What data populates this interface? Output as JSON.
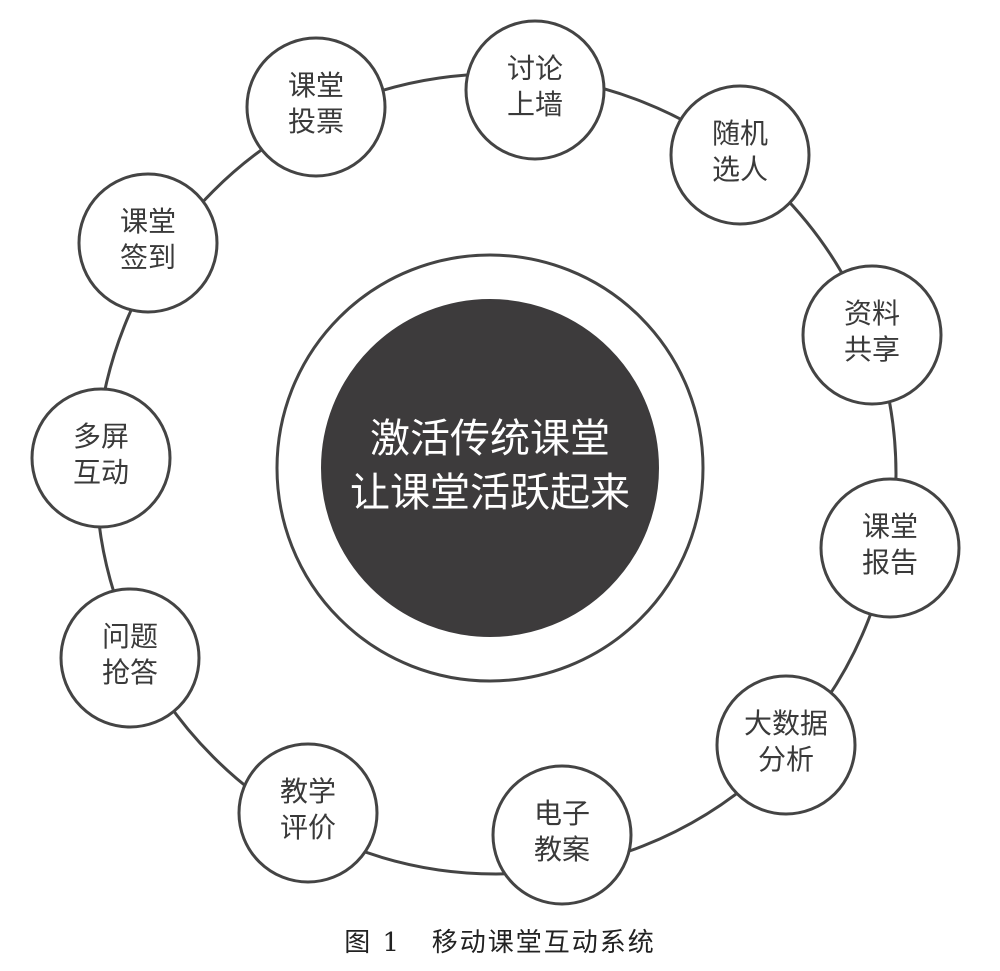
{
  "center": {
    "line1": "激活传统课堂",
    "line2": "让课堂活跃起来"
  },
  "nodes": [
    {
      "id": "discussion-wall",
      "line1": "讨论",
      "line2": "上墙"
    },
    {
      "id": "random-pick",
      "line1": "随机",
      "line2": "选人"
    },
    {
      "id": "resource-share",
      "line1": "资料",
      "line2": "共享"
    },
    {
      "id": "class-report",
      "line1": "课堂",
      "line2": "报告"
    },
    {
      "id": "big-data",
      "line1": "大数据",
      "line2": "分析"
    },
    {
      "id": "e-lesson-plan",
      "line1": "电子",
      "line2": "教案"
    },
    {
      "id": "teaching-eval",
      "line1": "教学",
      "line2": "评价"
    },
    {
      "id": "question-rush",
      "line1": "问题",
      "line2": "抢答"
    },
    {
      "id": "multi-screen",
      "line1": "多屏",
      "line2": "互动"
    },
    {
      "id": "class-signin",
      "line1": "课堂",
      "line2": "签到"
    },
    {
      "id": "class-vote",
      "line1": "课堂",
      "line2": "投票"
    }
  ],
  "caption": {
    "figure": "图 1",
    "title": "移动课堂互动系统"
  },
  "colors": {
    "center_fill": "#3d3b3c",
    "stroke": "#444444",
    "node_fill": "#ffffff",
    "center_text": "#ffffff",
    "node_text": "#3a3a3a"
  }
}
